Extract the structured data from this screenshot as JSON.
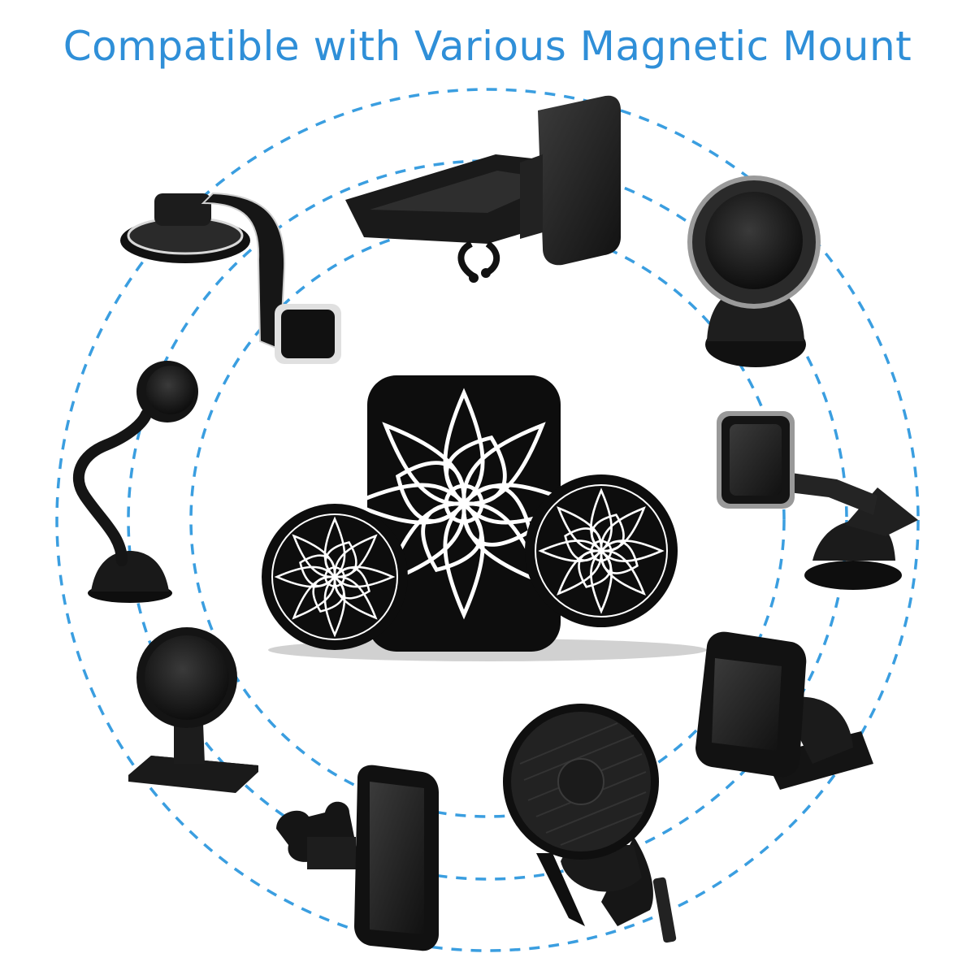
{
  "title": "Compatible with Various Magnetic Mount",
  "colors": {
    "title": "#2f8fd8",
    "dashed_ring": "#3a9ee0",
    "product": "#1a1a1a"
  },
  "mounts": [
    "dashboard-hook-mount",
    "cd-slot-mount",
    "ball-dash-mount",
    "suction-telescopic-mount",
    "magnetic-cradle-mount",
    "round-vent-mount",
    "rectangle-vent-mount",
    "adhesive-stick-mount",
    "gooseneck-suction-mount"
  ],
  "center_product": "metal-plates"
}
